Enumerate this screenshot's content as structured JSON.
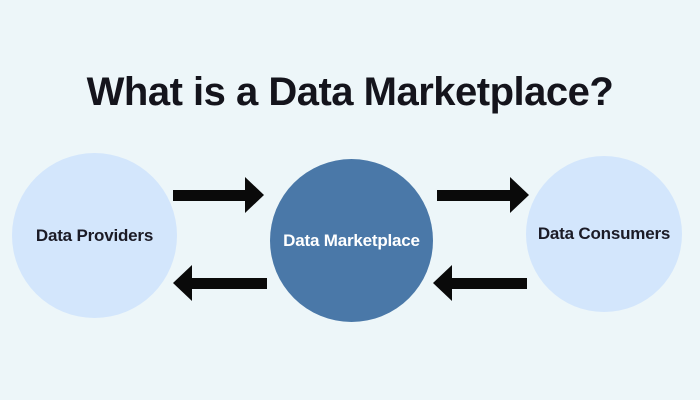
{
  "title": {
    "text": "What is a Data Marketplace?"
  },
  "diagram": {
    "background_color": "#edf6f9",
    "title_color": "#14141c",
    "arrow_color": "#0a0a0a",
    "nodes": [
      {
        "id": "data-providers",
        "label": "Data Providers",
        "fill_color": "#d3e6fc",
        "label_color": "#1b1b26"
      },
      {
        "id": "data-marketplace",
        "label": "Data Marketplace",
        "fill_color": "#4a78a8",
        "label_color": "#ffffff"
      },
      {
        "id": "data-consumers",
        "label": "Data Consumers",
        "fill_color": "#d3e6fc",
        "label_color": "#1b1b26"
      }
    ],
    "arrows": [
      {
        "from": "Data Providers",
        "to": "Data Marketplace",
        "direction": "right",
        "position": "top-left"
      },
      {
        "from": "Data Marketplace",
        "to": "Data Providers",
        "direction": "left",
        "position": "bottom-left"
      },
      {
        "from": "Data Marketplace",
        "to": "Data Consumers",
        "direction": "right",
        "position": "top-right"
      },
      {
        "from": "Data Consumers",
        "to": "Data Marketplace",
        "direction": "left",
        "position": "bottom-right"
      }
    ]
  }
}
